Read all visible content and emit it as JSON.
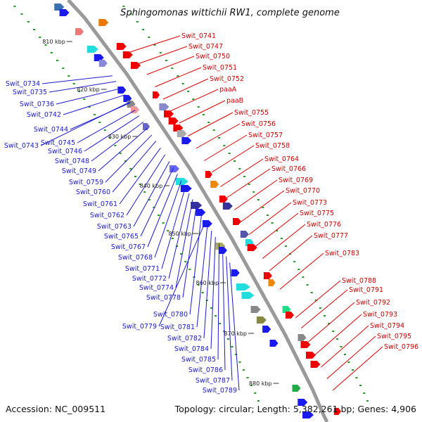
{
  "title": "Sphingomonas wittichii RW1, complete genome",
  "footer": {
    "accession": "Accession: NC_009511",
    "topology": "Topology: circular; Length: 5,382,261 bp; Genes: 4,906"
  },
  "ticks": [
    "810 kbp",
    "820 kbp",
    "830 kbp",
    "840 kbp",
    "850 kbp",
    "860 kbp",
    "870 kbp",
    "880 kbp"
  ],
  "labels_left": [
    "Swit_0734",
    "Swit_0735",
    "Swit_0736",
    "Swit_0742",
    "Swit_0744",
    "Swit_0745",
    "Swit_0743",
    "Swit_0746",
    "Swit_0748",
    "Swit_0749",
    "Swit_0759",
    "Swit_0760",
    "Swit_0761",
    "Swit_0762",
    "Swit_0763",
    "Swit_0765",
    "Swit_0767",
    "Swit_0768",
    "Swit_0771",
    "Swit_0772",
    "Swit_0774",
    "Swit_0778",
    "Swit_0780",
    "Swit_0779",
    "Swit_0781",
    "Swit_0782",
    "Swit_0784",
    "Swit_0785",
    "Swit_0786",
    "Swit_0787",
    "Swit_0789"
  ],
  "labels_right": [
    "Swit_0741",
    "Swit_0747",
    "Swit_0750",
    "Swit_0751",
    "Swit_0752",
    "paaA",
    "paaB",
    "Swit_0755",
    "Swit_0756",
    "Swit_0757",
    "Swit_0758",
    "Swit_0764",
    "Swit_0766",
    "Swit_0769",
    "Swit_0770",
    "Swit_0773",
    "Swit_0775",
    "Swit_0776",
    "Swit_0777",
    "Swit_0783",
    "Swit_0788",
    "Swit_0791",
    "Swit_0792",
    "Swit_0793",
    "Swit_0794",
    "Swit_0795",
    "Swit_0796"
  ],
  "colors": {
    "backbone": "#9a9a9a",
    "forward_genes": "#ee0000",
    "reverse_genes": "#1a1aee",
    "label_left": "#1a1acc",
    "label_right": "#cc0000",
    "gc_marks": "#229922"
  }
}
